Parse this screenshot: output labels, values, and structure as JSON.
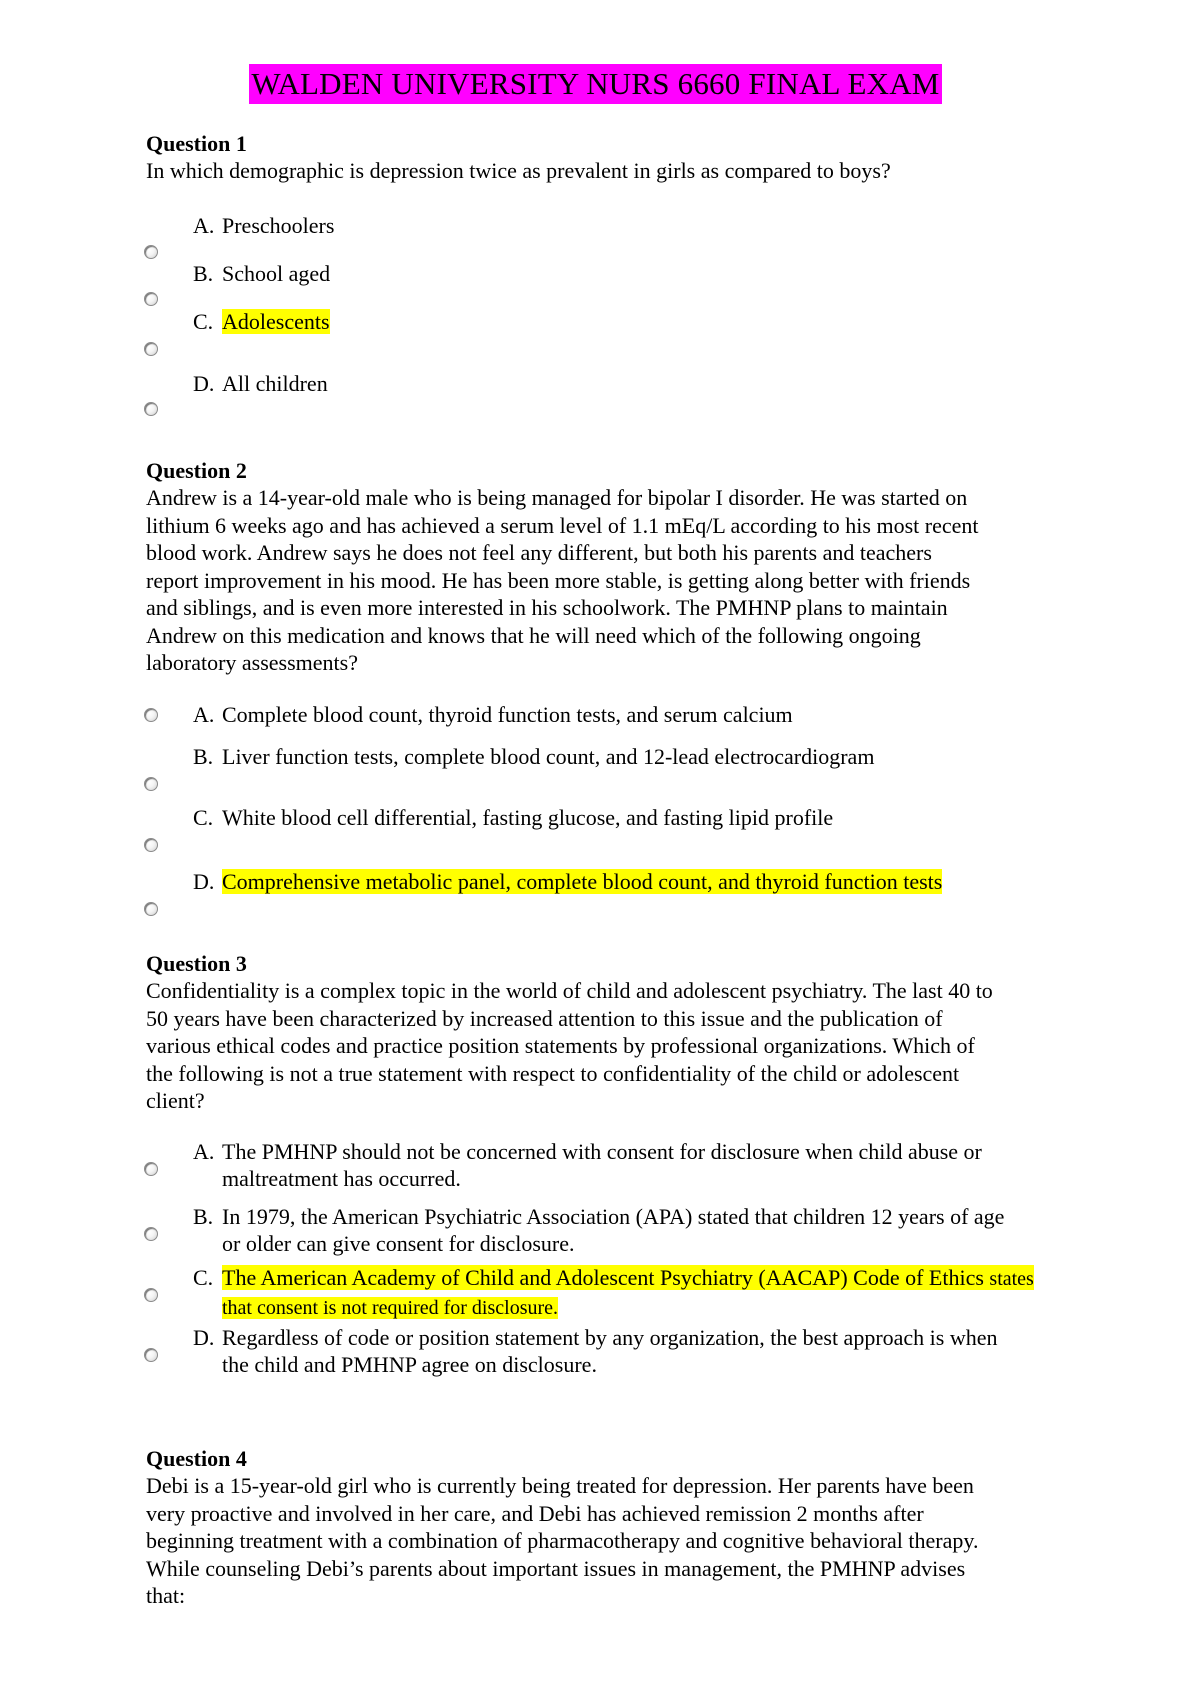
{
  "title": "WALDEN UNIVERSITY NURS 6660 FINAL EXAM",
  "colors": {
    "title_highlight": "#ff00ff",
    "answer_highlight": "#ffff00"
  },
  "questions": [
    {
      "heading": "Question 1",
      "text": "In which demographic is depression twice as prevalent in girls as compared to boys?",
      "options": [
        {
          "letter": "A.",
          "text": "Preschoolers"
        },
        {
          "letter": "B.",
          "text": "School aged"
        },
        {
          "letter": "C.",
          "text": "Adolescents",
          "highlighted": true
        },
        {
          "letter": "D.",
          "text": "All children"
        }
      ]
    },
    {
      "heading": "Question 2",
      "text_lines": [
        "Andrew is a 14-year-old male who is being managed for bipolar I disorder. He was started on",
        "lithium 6 weeks ago and has achieved a serum level of 1.1 mEq/L according to his most recent",
        "blood work. Andrew says he does not feel any different, but both his parents and teachers",
        "report improvement in his mood. He has been more stable, is getting along better with friends",
        "and siblings, and is even more interested in his schoolwork. The PMHNP plans to maintain",
        "Andrew on this medication and knows that he will need which of the following ongoing",
        "laboratory assessments?"
      ],
      "options": [
        {
          "letter": "A.",
          "text": "Complete blood count, thyroid function tests, and serum calcium"
        },
        {
          "letter": "B.",
          "text": "Liver function tests, complete blood count, and 12-lead electrocardiogram"
        },
        {
          "letter": "C.",
          "text": "White blood cell differential, fasting glucose, and fasting lipid profile"
        },
        {
          "letter": "D.",
          "text": "Comprehensive metabolic panel, complete blood count, and thyroid function tests",
          "highlighted": true
        }
      ]
    },
    {
      "heading": "Question 3",
      "text_lines": [
        "Confidentiality is a complex topic in the world of child and adolescent psychiatry. The last 40 to",
        "50 years have been characterized by increased attention to this issue and the publication of",
        "various ethical codes and practice position statements by professional organizations. Which of",
        "the following is not a true statement with respect to confidentiality of the child or adolescent",
        "client?"
      ],
      "options": [
        {
          "letter": "A.",
          "line1": "The PMHNP should not be concerned with consent for disclosure when child abuse or",
          "line2": "maltreatment has occurred."
        },
        {
          "letter": "B.",
          "line1": "In 1979, the American Psychiatric Association (APA) stated that children 12 years of age",
          "line2": "or older can give consent for disclosure."
        },
        {
          "letter": "C.",
          "line1": "The American Academy of Child and Adolescent Psychiatry (AACAP) Code of Ethics",
          "line1_tail": "states",
          "line2": "that consent is not required for disclosure.",
          "highlighted": true
        },
        {
          "letter": "D.",
          "line1": "Regardless of code or position statement by any organization, the best approach is when",
          "line2": "the child and PMHNP agree on disclosure."
        }
      ]
    },
    {
      "heading": "Question 4",
      "text_lines": [
        "Debi is a 15-year-old girl who is currently being treated for depression. Her parents have been",
        "very proactive and involved in her care, and Debi has achieved remission 2 months after",
        "beginning treatment with a combination of pharmacotherapy and cognitive behavioral therapy.",
        "While counseling Debi’s parents about important issues in management, the PMHNP advises",
        "that:"
      ]
    }
  ]
}
